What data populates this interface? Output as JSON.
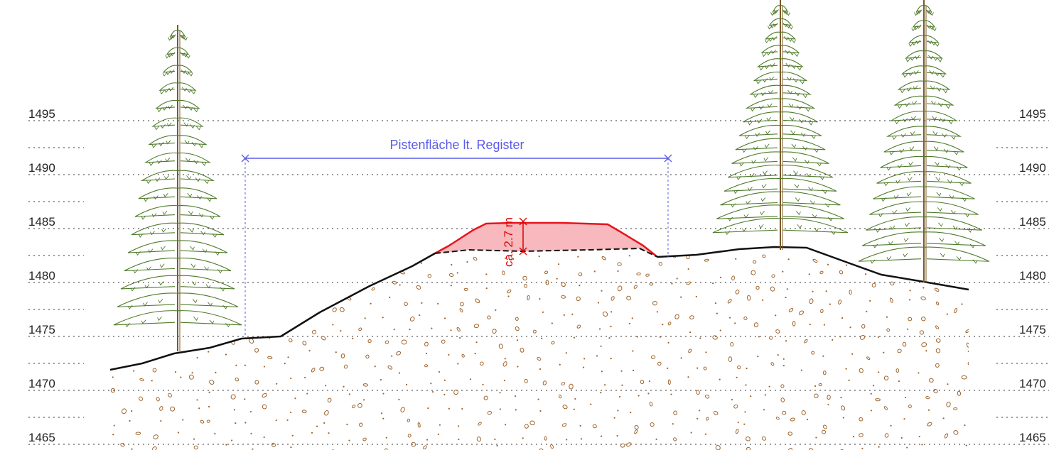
{
  "elevation_labels": [
    "1495",
    "1490",
    "1485",
    "1480",
    "1475",
    "1470",
    "1465"
  ],
  "annotations": {
    "piste_label": "Pistenfläche lt. Register",
    "fill_height_label": "ca. 2.7 m"
  },
  "colors": {
    "terrain_line": "#111111",
    "fill_outline": "#e8141c",
    "fill_area": "#f7b9bd",
    "piste_dimension": "#5b5bea",
    "tree_foliage": "#4f7a2a",
    "tree_trunk": "#7a5a28",
    "soil_stones": "#a0632a",
    "grid_line": "#333333"
  },
  "icons": [
    "conifer-tree-icon"
  ]
}
